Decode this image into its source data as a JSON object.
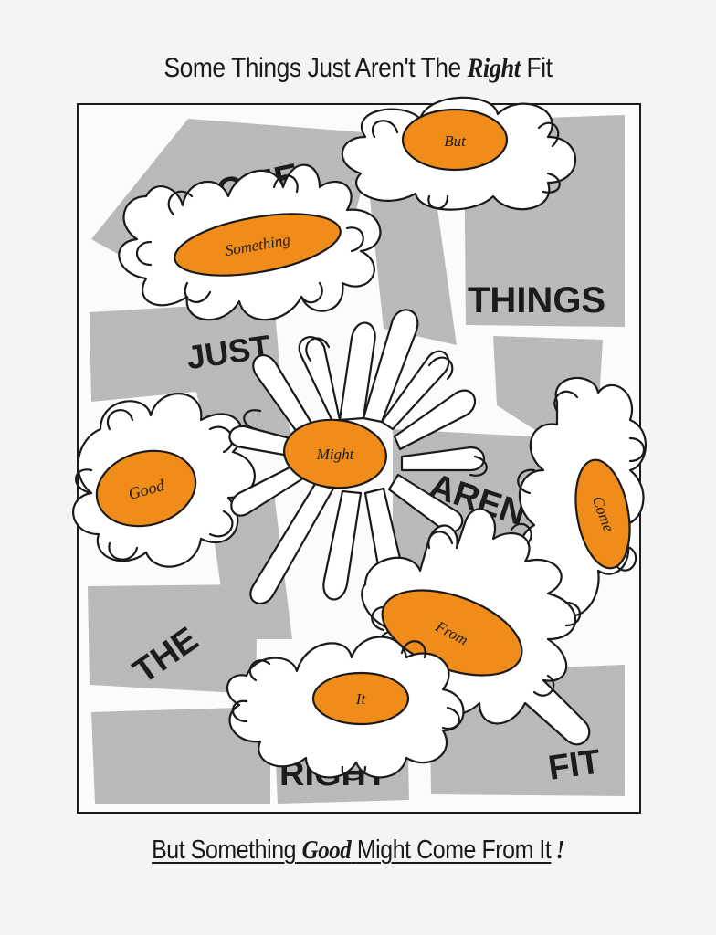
{
  "header": {
    "title_part1": "Some Things Just Aren't The",
    "title_emphasis": "Right",
    "title_part2": "Fit"
  },
  "footer": {
    "caption_part1": "But Something",
    "caption_emphasis": "Good",
    "caption_part2": "Might Come From It",
    "caption_punct": "!"
  },
  "block_words": {
    "some": "SOME",
    "things": "THINGS",
    "just": "JUST",
    "arent": "AREN'T",
    "the": "THE",
    "right": "RIGHT",
    "fit": "FIT"
  },
  "flower_words": {
    "but": "But",
    "something": "Something",
    "good": "Good",
    "might": "Might",
    "come": "Come",
    "from": "From",
    "it": "It"
  },
  "colors": {
    "flower_center": "#f08c1a",
    "block_gray": "#c9c9c9",
    "outline": "#1a1a1a",
    "paper": "#f4f4f2"
  }
}
